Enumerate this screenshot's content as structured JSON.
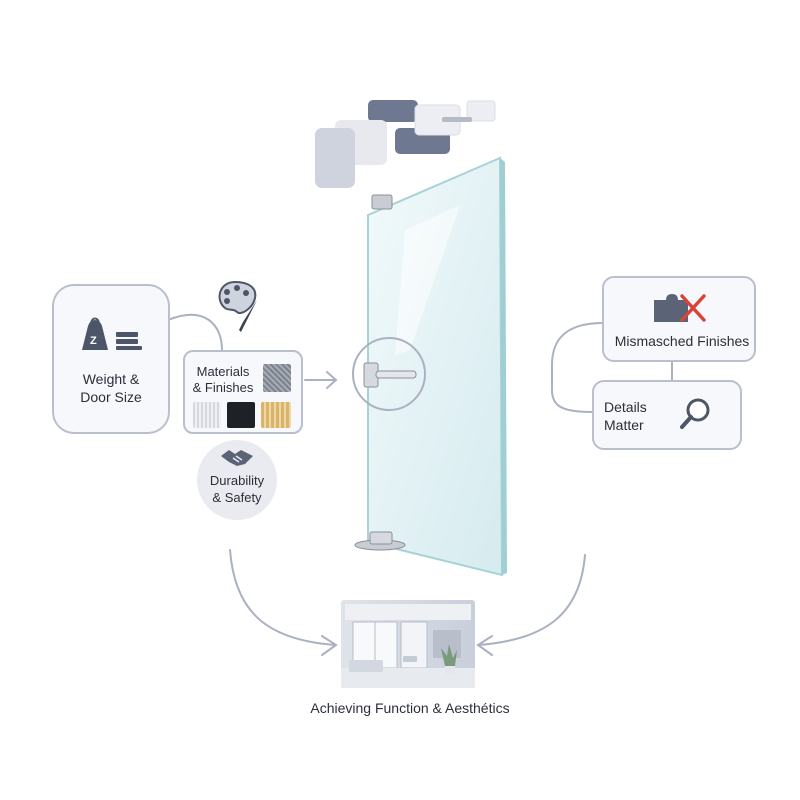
{
  "left": {
    "weight_card": {
      "line1": "Weight &",
      "line2": "Door Size"
    },
    "materials_card": {
      "line1": "Materials",
      "line2": "& Finishes"
    },
    "durability_badge": {
      "line1": "Durability",
      "line2": "& Safety"
    }
  },
  "right": {
    "mismatch_card": {
      "label": "Mismasched Finishes"
    },
    "details_card": {
      "line1": "Details",
      "line2": "Matter"
    }
  },
  "bottom": {
    "caption": "Achieving Function & Aesthétics"
  },
  "icons": {
    "weight": "weight-icon",
    "palette": "palette-icon",
    "handshake": "handshake-icon",
    "puzzle": "puzzle-x-icon",
    "magnifier": "search-icon"
  },
  "colors": {
    "accent_slate": "#6e7890",
    "card_border": "#b9bfcc",
    "glass": "#dff1f4",
    "mismatch_red": "#d9443a",
    "oak": "#d9b46a"
  }
}
